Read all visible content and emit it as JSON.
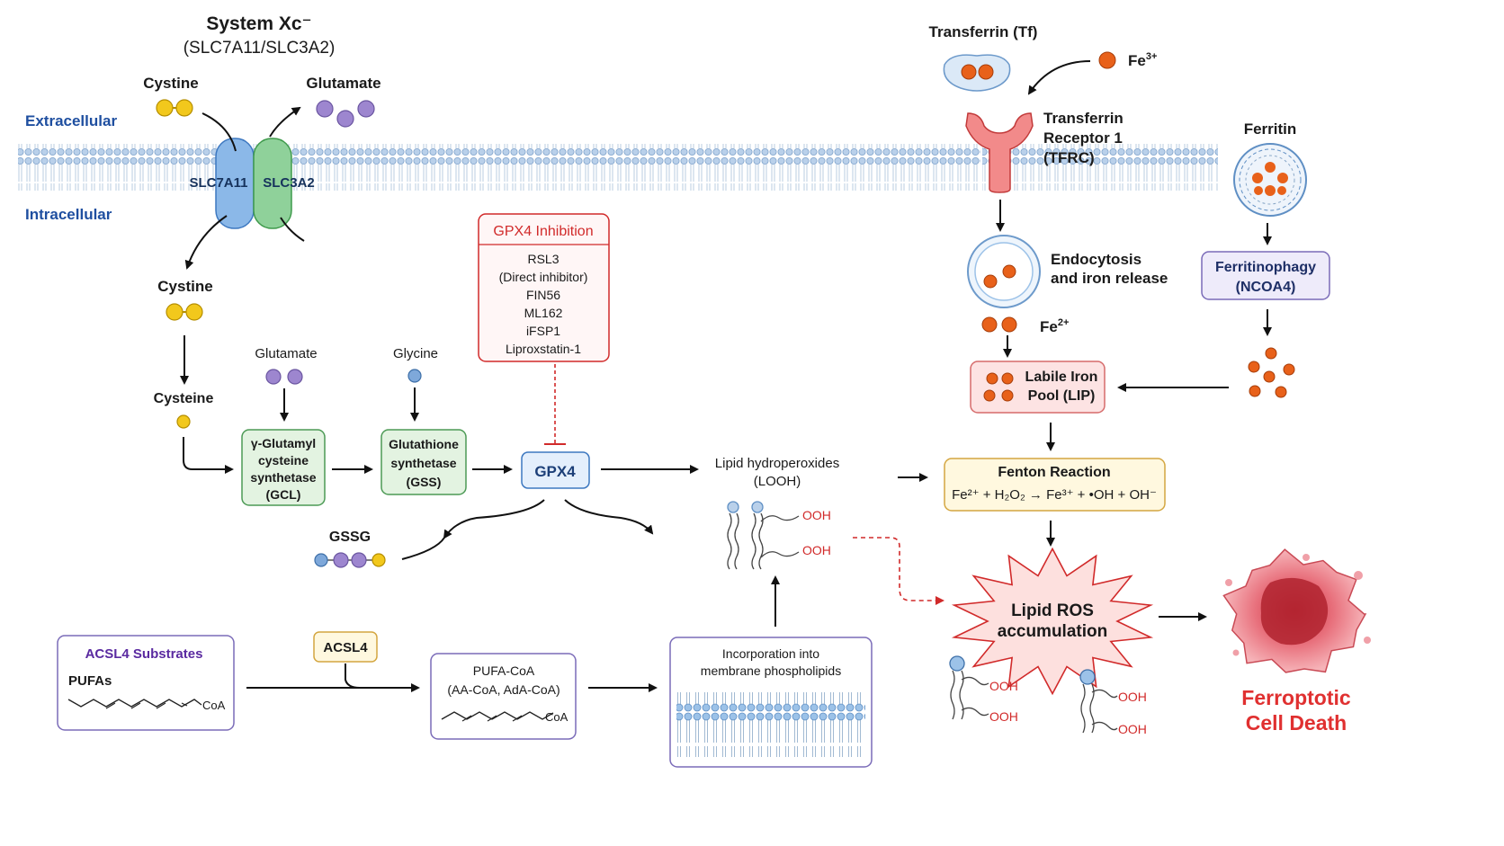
{
  "system_xc": {
    "title": "System Xc⁻",
    "subtitle": "(SLC7A11/SLC3A2)"
  },
  "regions": {
    "extracellular": "Extracellular",
    "intracellular": "Intracellular"
  },
  "transporter": {
    "slc7a11": "SLC7A11",
    "slc3a2": "SLC3A2"
  },
  "labels": {
    "cystine_out": "Cystine",
    "glutamate_out": "Glutamate",
    "cystine_in": "Cystine",
    "cysteine": "Cysteine",
    "glutamate_small": "Glutamate",
    "glycine": "Glycine",
    "gssg": "GSSG",
    "lipid_hydroperoxides": "Lipid hydroperoxides",
    "looh": "(LOOH)",
    "ooh": "OOH"
  },
  "enzymes": {
    "gcl": [
      "γ-Glutamyl",
      "cysteine",
      "synthetase",
      "(GCL)"
    ],
    "gss": [
      "Glutathione",
      "synthetase",
      "(GSS)"
    ],
    "gpx4": "GPX4"
  },
  "inhibition": {
    "title": "GPX4 Inhibition",
    "items": [
      "RSL3",
      "(Direct inhibitor)",
      "FIN56",
      "ML162",
      "iFSP1",
      "Liproxstatin-1"
    ]
  },
  "iron": {
    "transferrin": "Transferrin (Tf)",
    "fe3": "Fe",
    "fe3_sup": "3+",
    "tfrc": [
      "Transferrin",
      "Receptor 1",
      "(TFRC)"
    ],
    "endocytosis": [
      "Endocytosis",
      "and iron release"
    ],
    "fe2": "Fe",
    "fe2_sup": "2+",
    "lip": [
      "Labile Iron",
      "Pool (LIP)"
    ],
    "ferritin": "Ferritin",
    "ferritinophagy": [
      "Ferritinophagy",
      "(NCOA4)"
    ]
  },
  "fenton": {
    "title": "Fenton Reaction",
    "equation": "Fe²⁺ + H₂O₂ → Fe³⁺ + •OH + OH⁻"
  },
  "ros": {
    "line1": "Lipid ROS",
    "line2": "accumulation"
  },
  "death": {
    "line1": "Ferroptotic",
    "line2": "Cell Death"
  },
  "acsl4_path": {
    "substrates_title": "ACSL4 Substrates",
    "pufas": "PUFAs",
    "coa": "CoA",
    "acsl4": "ACSL4",
    "pufa_coa": "PUFA-CoA",
    "pufa_coa_sub": "(AA-CoA, AdA-CoA)",
    "incorporation": [
      "Incorporation into",
      "membrane phospholipids"
    ]
  },
  "colors": {
    "membrane": "#8fb6dc",
    "slc7a11": "#8bb8e8",
    "slc3a2": "#8fd19a",
    "iron": "#e8611a",
    "cystine": "#f2c81c",
    "glutamate": "#9d86cf",
    "glycine": "#7ea8da",
    "inhibition_red": "#d12a2a",
    "death_red": "#e03030",
    "region_blue": "#1f4fa0",
    "acsl4_purple": "#5a2aa0"
  }
}
